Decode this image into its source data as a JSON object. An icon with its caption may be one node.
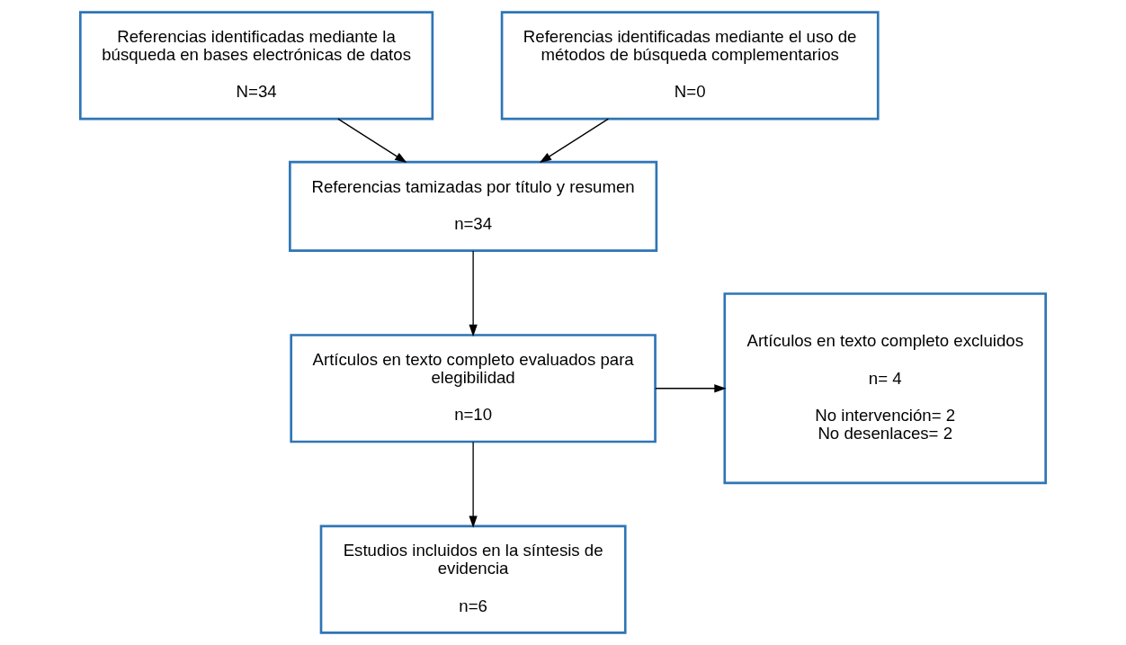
{
  "diagram": {
    "nodes": [
      {
        "text": [
          "Referencias identificadas mediante la búsqueda en bases electrónicas de datos",
          "N=34"
        ]
      },
      {
        "text": [
          "Referencias identificadas mediante el uso de métodos de búsqueda complementarios",
          "N=0"
        ]
      },
      {
        "text": [
          "Referencias tamizadas por título y resumen",
          "n=34"
        ]
      },
      {
        "text": [
          "Artículos en texto completo evaluados para elegibilidad",
          "n=10"
        ]
      },
      {
        "text": [
          "Artículos en texto completo excluidos",
          "n= 4",
          "No intervención= 2",
          "No desenlaces= 2"
        ]
      },
      {
        "text": [
          "Estudios incluidos en la síntesis de evidencia",
          "n=6"
        ]
      }
    ],
    "edges": [
      {
        "from": 0,
        "to": 2,
        "arrow": "to"
      },
      {
        "from": 1,
        "to": 2,
        "arrow": "to"
      },
      {
        "from": 2,
        "to": 3,
        "arrow": "to"
      },
      {
        "from": 3,
        "to": 4,
        "arrow": "to"
      },
      {
        "from": 3,
        "to": 5,
        "arrow": "to"
      }
    ]
  }
}
